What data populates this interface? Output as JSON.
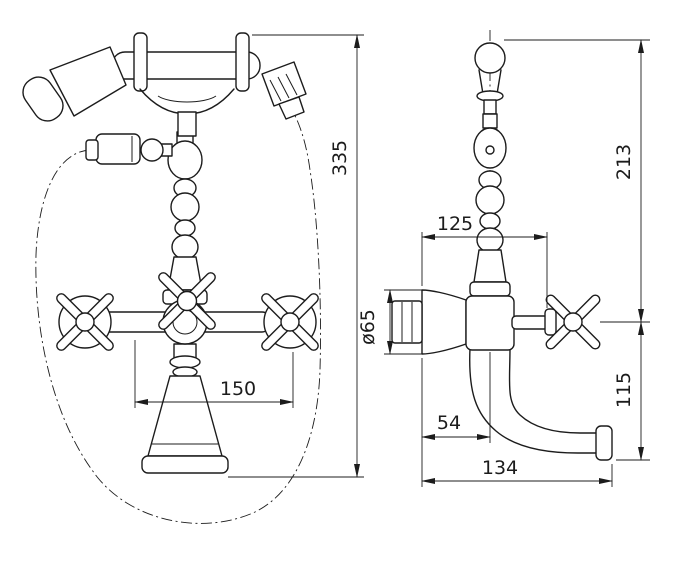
{
  "drawing": {
    "colors": {
      "line": "#1c1c1c",
      "background": "#ffffff"
    },
    "dimensions": {
      "overall_height": "335",
      "valve_spacing": "150",
      "upper_height": "213",
      "top_width": "125",
      "flange_diameter": "ø65",
      "wall_to_axis": "54",
      "lower_height": "115",
      "spout_reach": "134"
    }
  }
}
